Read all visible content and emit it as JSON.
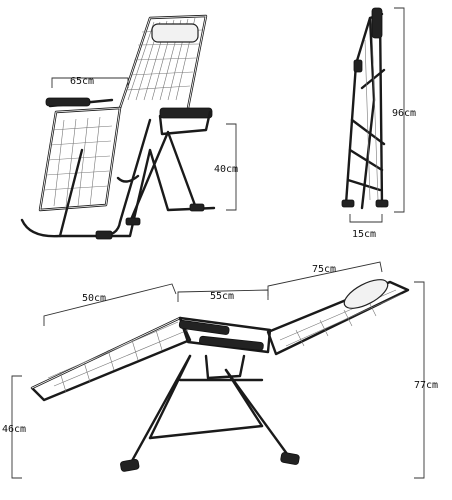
{
  "dimensions": {
    "top_view": {
      "armrest_width": "65cm",
      "seat_height": "40cm"
    },
    "folded_view": {
      "folded_height": "96cm",
      "folded_depth": "15cm"
    },
    "reclined_view": {
      "leg_section_length": "50cm",
      "seat_section_length": "55cm",
      "backrest_length": "75cm",
      "total_height": "77cm",
      "seat_height": "46cm"
    }
  }
}
